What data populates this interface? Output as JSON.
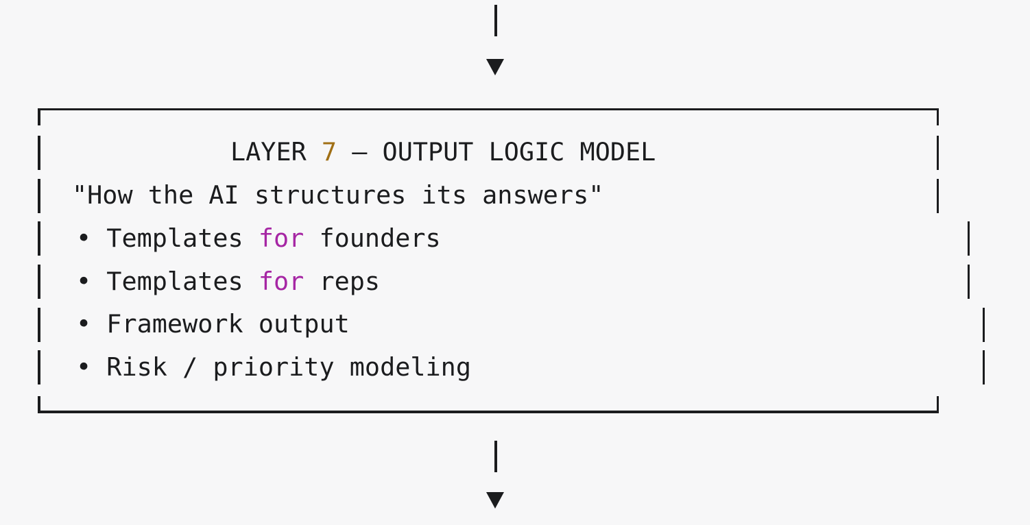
{
  "colors": {
    "background": "#f7f7f8",
    "ink": "#1b1c1e",
    "number": "#a06f15",
    "keyword": "#a626a4"
  },
  "connector_top": {
    "line_glyph": "│",
    "arrow_glyph": "▼"
  },
  "box": {
    "title_segments": [
      {
        "text": "LAYER ",
        "color": "ink"
      },
      {
        "text": "7",
        "color": "number"
      },
      {
        "text": " — OUTPUT LOGIC MODEL",
        "color": "ink"
      }
    ],
    "subtitle_segments": [
      {
        "text": "\"How the AI structures its answers\"",
        "color": "ink"
      }
    ],
    "bullets": [
      {
        "segments": [
          {
            "text": "• Templates ",
            "color": "ink"
          },
          {
            "text": "for",
            "color": "keyword"
          },
          {
            "text": " founders",
            "color": "ink"
          }
        ]
      },
      {
        "segments": [
          {
            "text": "• Templates ",
            "color": "ink"
          },
          {
            "text": "for",
            "color": "keyword"
          },
          {
            "text": " reps",
            "color": "ink"
          }
        ]
      },
      {
        "segments": [
          {
            "text": "• Framework output",
            "color": "ink"
          }
        ]
      },
      {
        "segments": [
          {
            "text": "• Risk / priority modeling",
            "color": "ink"
          }
        ]
      }
    ]
  },
  "connector_bottom": {
    "line_glyph": "│",
    "arrow_glyph": "▼"
  }
}
